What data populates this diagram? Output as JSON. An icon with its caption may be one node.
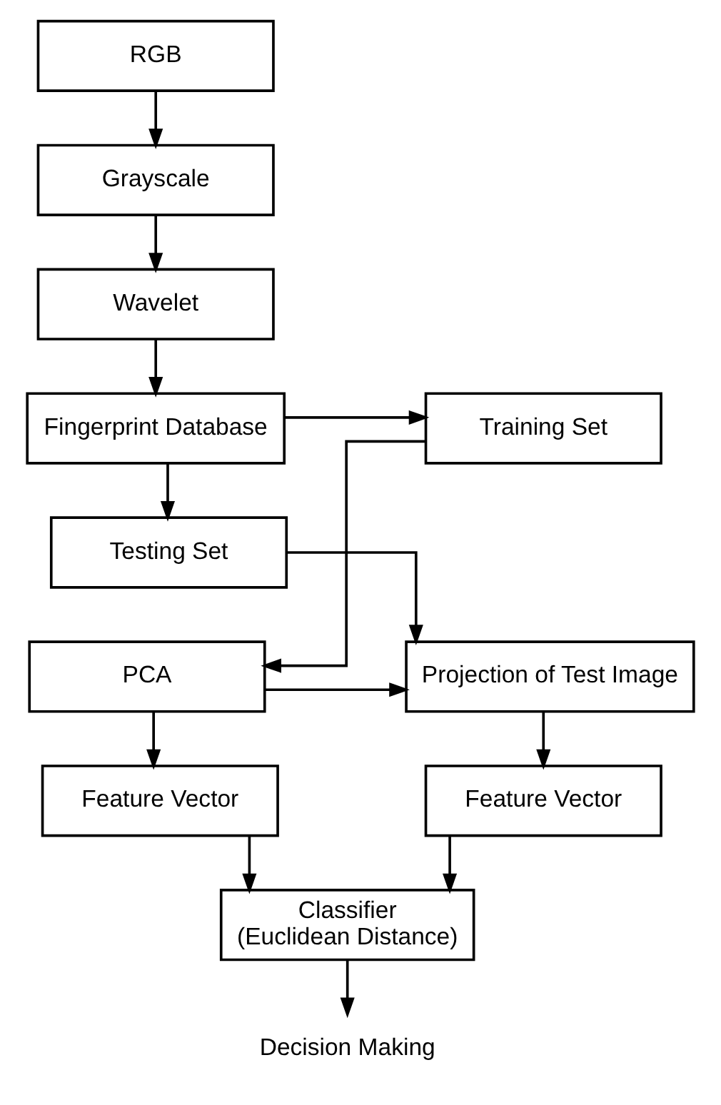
{
  "diagram": {
    "nodes": [
      {
        "text": [
          "RGB"
        ]
      },
      {
        "text": [
          "Grayscale"
        ]
      },
      {
        "text": [
          "Wavelet"
        ]
      },
      {
        "text": [
          "Fingerprint Database"
        ]
      },
      {
        "text": [
          "Training Set"
        ]
      },
      {
        "text": [
          "Testing Set"
        ]
      },
      {
        "text": [
          "Projection of Test Image"
        ]
      },
      {
        "text": [
          "PCA"
        ]
      },
      {
        "text": [
          "Feature Vector"
        ]
      },
      {
        "text": [
          "Feature Vector"
        ]
      },
      {
        "text": [
          "Classifier (Euclidean Distance)"
        ]
      },
      {
        "text": [
          "Decision Making"
        ]
      }
    ],
    "edges": [
      {
        "from": 0,
        "to": 1,
        "arrow": "to"
      },
      {
        "from": 1,
        "to": 2,
        "arrow": "to"
      },
      {
        "from": 2,
        "to": 3,
        "arrow": "to"
      },
      {
        "from": 3,
        "to": 4,
        "arrow": "to"
      },
      {
        "from": 3,
        "to": 5,
        "arrow": "to"
      },
      {
        "from": 4,
        "to": 7,
        "arrow": "to"
      },
      {
        "from": 5,
        "to": 6,
        "arrow": "to"
      },
      {
        "from": 7,
        "to": 6,
        "arrow": "to"
      },
      {
        "from": 6,
        "to": 8,
        "arrow": "to"
      },
      {
        "from": 7,
        "to": 9,
        "arrow": "to"
      },
      {
        "from": 8,
        "to": 10,
        "arrow": "to"
      },
      {
        "from": 9,
        "to": 10,
        "arrow": "to"
      },
      {
        "from": 10,
        "to": 11,
        "arrow": "to"
      }
    ]
  }
}
